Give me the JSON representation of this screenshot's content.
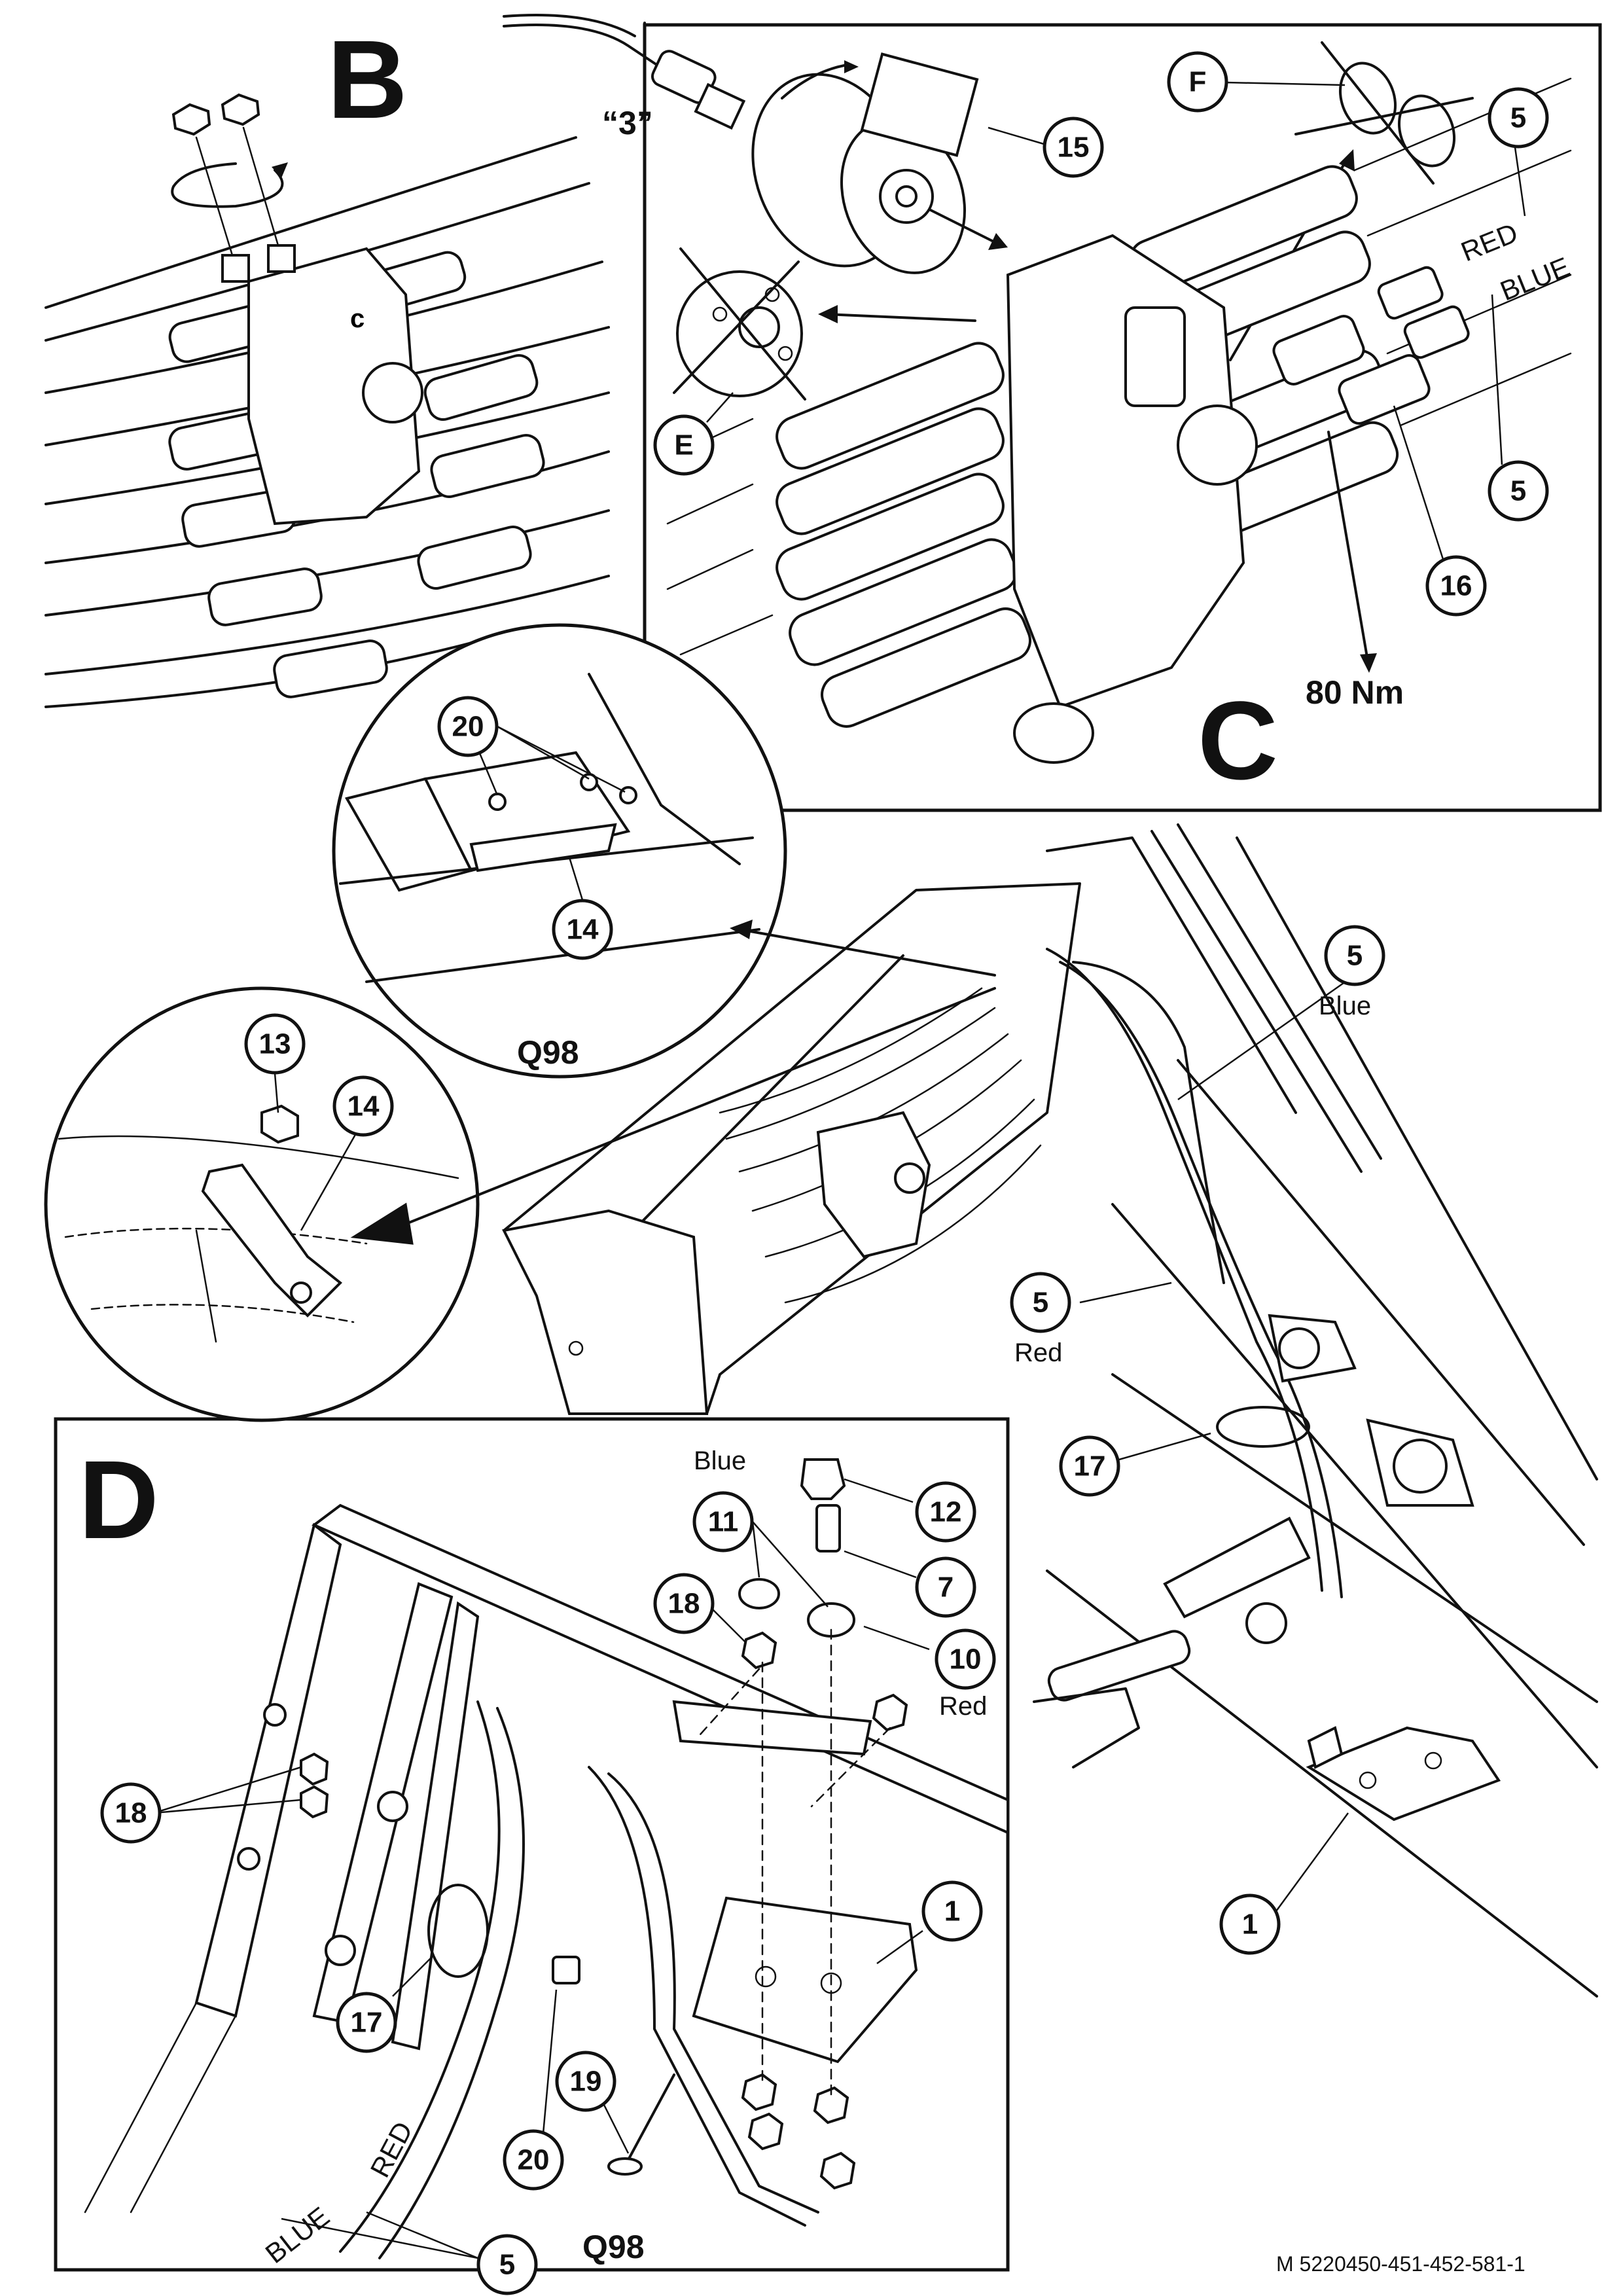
{
  "panels": {
    "b": "B",
    "c": "C",
    "d": "D",
    "e": "E",
    "f": "F"
  },
  "labels": {
    "connector_3": "“3”",
    "torque": "80 Nm",
    "q98_top": "Q98",
    "q98_bottom": "Q98",
    "blue_hose": "Blue",
    "red_hose": "Red",
    "blue_washer": "Blue",
    "red_washer": "Red",
    "red_c": "RED",
    "blue_c": "BLUE",
    "red_d": "RED",
    "blue_d": "BLUE",
    "doc_ref": "M 5220450-451-452-581-1"
  },
  "callouts": {
    "c15": "15",
    "c5a": "5",
    "c5b": "5",
    "c16": "16",
    "c20a": "20",
    "c14a": "14",
    "c13": "13",
    "c14b": "14",
    "c5c": "5",
    "c5d": "5",
    "c17a": "17",
    "c1a": "1",
    "c11": "11",
    "c12": "12",
    "c7": "7",
    "c18a": "18",
    "c10": "10",
    "c18b": "18",
    "c1b": "1",
    "c17b": "17",
    "c20b": "20",
    "c19": "19",
    "c5e": "5"
  },
  "icons": [
    "hex-nut-icon",
    "rotation-arrow-icon",
    "cross-out-icon",
    "socket-icon"
  ]
}
